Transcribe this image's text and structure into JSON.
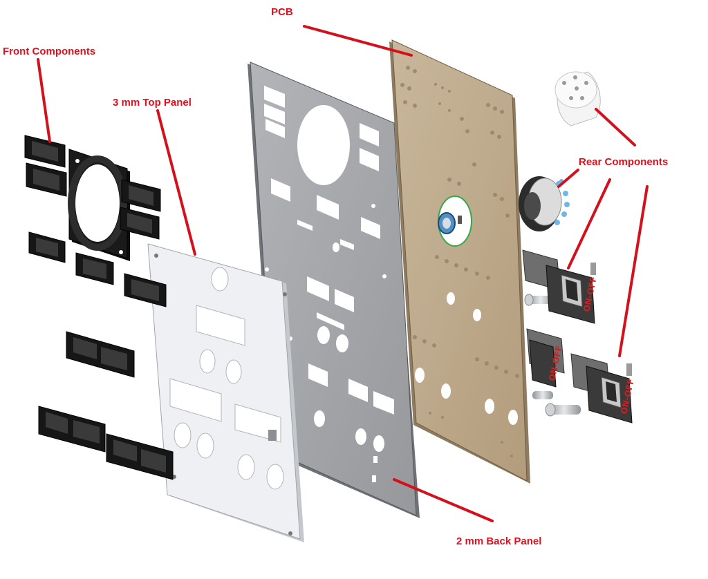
{
  "labels": {
    "pcb": "PCB",
    "front_components": "Front Components",
    "top_panel": "3 mm Top Panel",
    "rear_components": "Rear Components",
    "back_panel": "2 mm Back Panel"
  },
  "switch_text": "ON-OFF",
  "colors": {
    "label": "#e0101e",
    "leader": "#d4101c",
    "pcb": "#bda98c",
    "back_panel": "#a5a7ab",
    "top_panel": "#eef0f3",
    "bezel": "#161616",
    "metal": "#b9bcc0"
  },
  "icons": {
    "switch": "toggle-switch-icon",
    "rotary": "rotary-switch-icon",
    "connector": "round-connector-icon"
  }
}
